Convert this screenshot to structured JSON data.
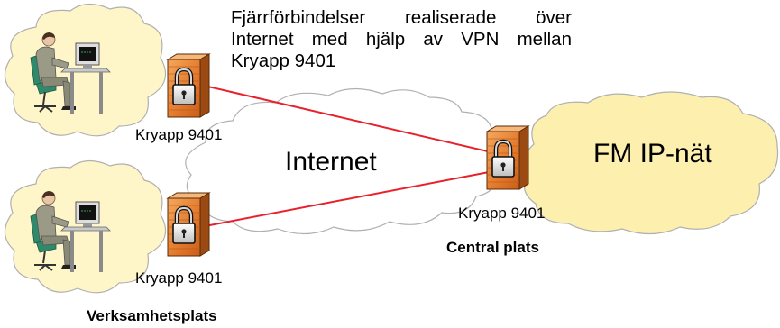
{
  "description": {
    "lines": [
      "Fjärrförbindelser   realiserade   över",
      "Internet med hjälp av VPN mellan",
      "Kryapp 9401"
    ]
  },
  "devices": {
    "top_label": "Kryapp 9401",
    "bottom_label": "Kryapp 9401",
    "central_label": "Kryapp 9401"
  },
  "clouds": {
    "internet_label": "Internet",
    "fm_label": "FM IP-nät"
  },
  "sites": {
    "central_label": "Central plats",
    "branch_label": "Verksamhetsplats"
  },
  "colors": {
    "site_cloud": "#fef6c8",
    "fm_cloud": "#fdefae",
    "internet_cloud": "#ffffff",
    "cloud_outline": "#b0b0b0",
    "vpn_line": "#e8202a",
    "firewall_face": "#e98a3a",
    "firewall_side": "#9b4a14"
  }
}
